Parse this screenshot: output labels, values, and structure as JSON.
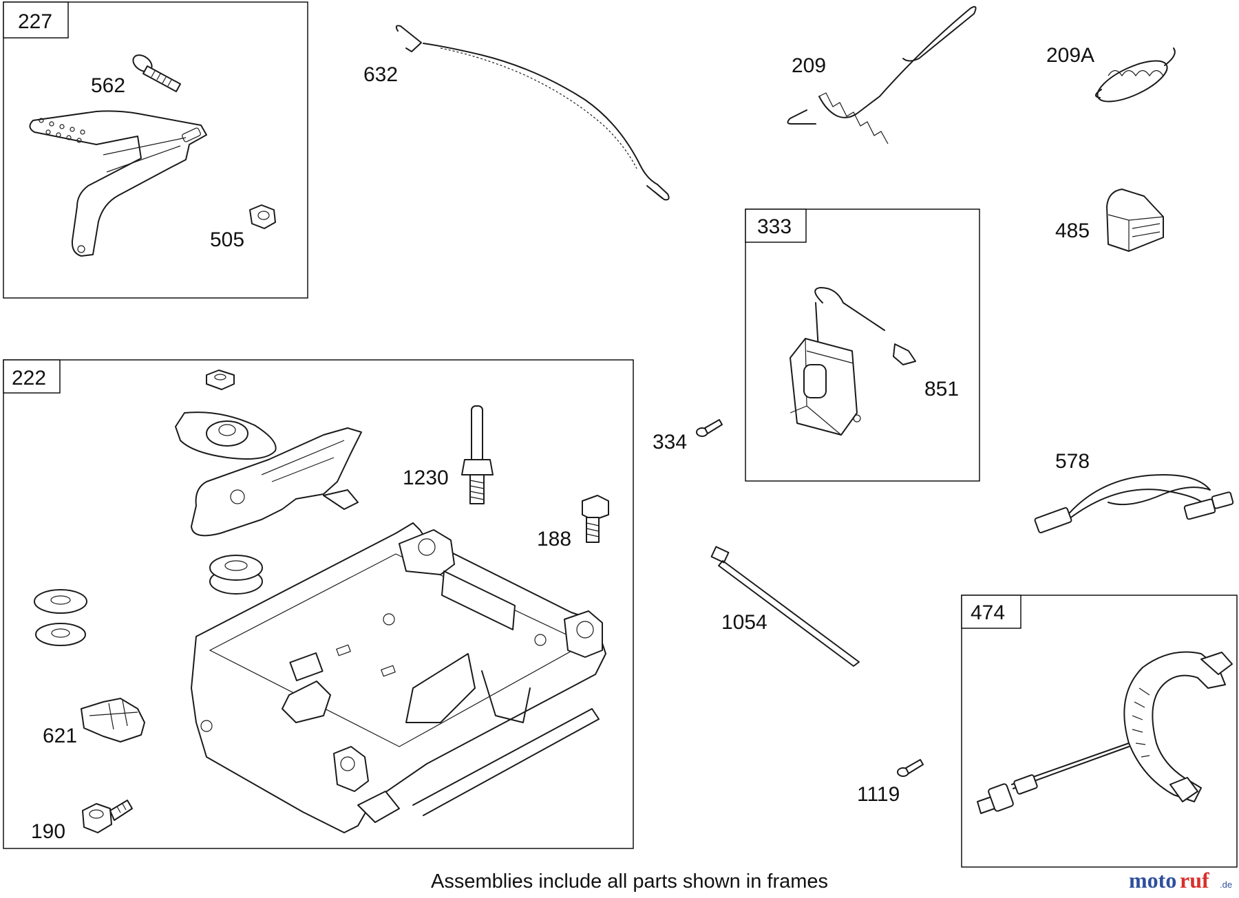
{
  "frames": {
    "f227": "227",
    "f222": "222",
    "f333": "333",
    "f474": "474"
  },
  "labels": {
    "p562": "562",
    "p505": "505",
    "p632": "632",
    "p209": "209",
    "p209a": "209A",
    "p485": "485",
    "p851": "851",
    "p334": "334",
    "p578": "578",
    "p1230": "1230",
    "p188": "188",
    "p1054": "1054",
    "p621": "621",
    "p190": "190",
    "p1119": "1119"
  },
  "caption": "Assemblies include all parts shown in frames",
  "watermark": {
    "part1": "moto",
    "part2": "ruf",
    "tld": ".de",
    "brand_blue": "#2e4f9c",
    "brand_red": "#d8302a"
  }
}
